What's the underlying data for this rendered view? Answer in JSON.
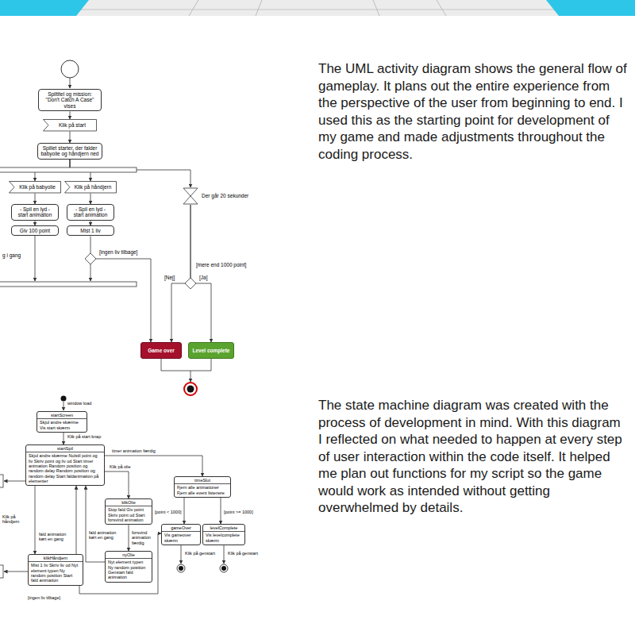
{
  "diagram": {
    "nodes": [
      {
        "text": [
          "Spiltitel og mission: \"Don't Catch A Case\" vises"
        ]
      },
      {
        "text": [
          "Klik på start"
        ]
      },
      {
        "text": [
          "Spillet starter, der falder babyolie og håndjern ned"
        ]
      },
      {
        "text": [
          "Klik på babyolie"
        ]
      },
      {
        "text": [
          "Klik på håndjern"
        ]
      },
      {
        "text": [
          "Der går 20 sekunder"
        ]
      },
      {
        "text": [
          "- Spil en lyd - start animation"
        ]
      },
      {
        "text": [
          "- Spil en lyd - start animation"
        ]
      },
      {
        "text": [
          "Giv 100 point"
        ]
      },
      {
        "text": [
          "Mist 1 liv"
        ]
      },
      {
        "text": [
          "Game over"
        ]
      },
      {
        "text": [
          "Level complete"
        ]
      },
      {
        "text": [
          "startScreen",
          "Skjul andre skærme Vis start skærm"
        ]
      },
      {
        "text": [
          "startSpil",
          "Skjul andre skærme Nulstil point og liv Skriv point og liv ud Start timer animation Random position og random delay Random position og random delay Start faldanimation på elementer"
        ]
      },
      {
        "text": [
          "timeSlut",
          "Fjern alle animationer Fjern alle event listenere"
        ]
      },
      {
        "text": [
          "klikOlie",
          "Stop fald Giv point Skriv point ud Start forsvind animation"
        ]
      },
      {
        "text": [
          "gameOver",
          "Vis gameover skærm"
        ]
      },
      {
        "text": [
          "levelComplete",
          "Vis levelcomplete skærm"
        ]
      },
      {
        "text": [
          "nyOlie",
          "Nyt element typen Ny random position Genstart fald animation"
        ]
      },
      {
        "text": [
          "klikHåndjern",
          "Mist 1 liv Skriv liv ud Nyt element typen Ny random position Start fald animation"
        ]
      }
    ],
    "edges": [
      {
        "from": 0,
        "to": 1,
        "arrow": "to"
      },
      {
        "from": 1,
        "to": 2,
        "arrow": "to"
      },
      {
        "from": 2,
        "to": 3,
        "arrow": "to"
      },
      {
        "from": 2,
        "to": 4,
        "arrow": "to"
      },
      {
        "from": 2,
        "to": 5,
        "arrow": "to"
      },
      {
        "from": 3,
        "to": 6,
        "arrow": "to"
      },
      {
        "from": 4,
        "to": 7,
        "arrow": "to"
      },
      {
        "from": 6,
        "to": 8,
        "arrow": "to"
      },
      {
        "from": 7,
        "to": 9,
        "arrow": "to"
      },
      {
        "from": 9,
        "to": 10,
        "label": "[ingen liv tilbage]",
        "arrow": "to"
      },
      {
        "from": 5,
        "to": 10,
        "label": "[Nej]",
        "arrow": "to"
      },
      {
        "from": 5,
        "to": 11,
        "label": "[Ja]",
        "arrow": "to"
      },
      {
        "from": 12,
        "to": 13,
        "label": "Klik på start knap",
        "arrow": "to"
      },
      {
        "from": 13,
        "to": 14,
        "label": "timer animation færdig",
        "arrow": "to"
      },
      {
        "from": 13,
        "to": 15,
        "label": "Klik på olie",
        "arrow": "to"
      },
      {
        "from": 15,
        "to": 18,
        "label": "forsvind animation færdig",
        "arrow": "to"
      },
      {
        "from": 18,
        "to": 13,
        "label": "fald animation kørt en gang",
        "arrow": "to"
      },
      {
        "from": 13,
        "to": 19,
        "label": "Klik på håndjern",
        "arrow": "to"
      },
      {
        "from": 19,
        "to": 13,
        "label": "fald animation kørt en gang",
        "arrow": "to"
      },
      {
        "from": 14,
        "to": 16,
        "label": "[point < 1000]",
        "arrow": "to"
      },
      {
        "from": 14,
        "to": 17,
        "label": "[point >= 1000]",
        "arrow": "to"
      },
      {
        "from": 19,
        "to": 16,
        "label": "[ingen liv tilbage]",
        "arrow": "to"
      }
    ],
    "labels": [
      "The UML activity diagram shows the general flow of gameplay. It plans out the entire experience from the perspective of the user from beginning to end. I used this as the starting point for development of my game and made adjustments throughout the coding process.",
      "The state machine diagram was created with the process of development in mind. With this diagram I reflected on what needed to happen at every step of user interaction within the code itself. It helped me plan out functions for my script so the game would work as intended without getting overwhelmed by details.",
      "g i gang",
      "[mere end 1000 point]",
      "window load",
      "Klik på genstart",
      "Klik på genstart"
    ]
  }
}
